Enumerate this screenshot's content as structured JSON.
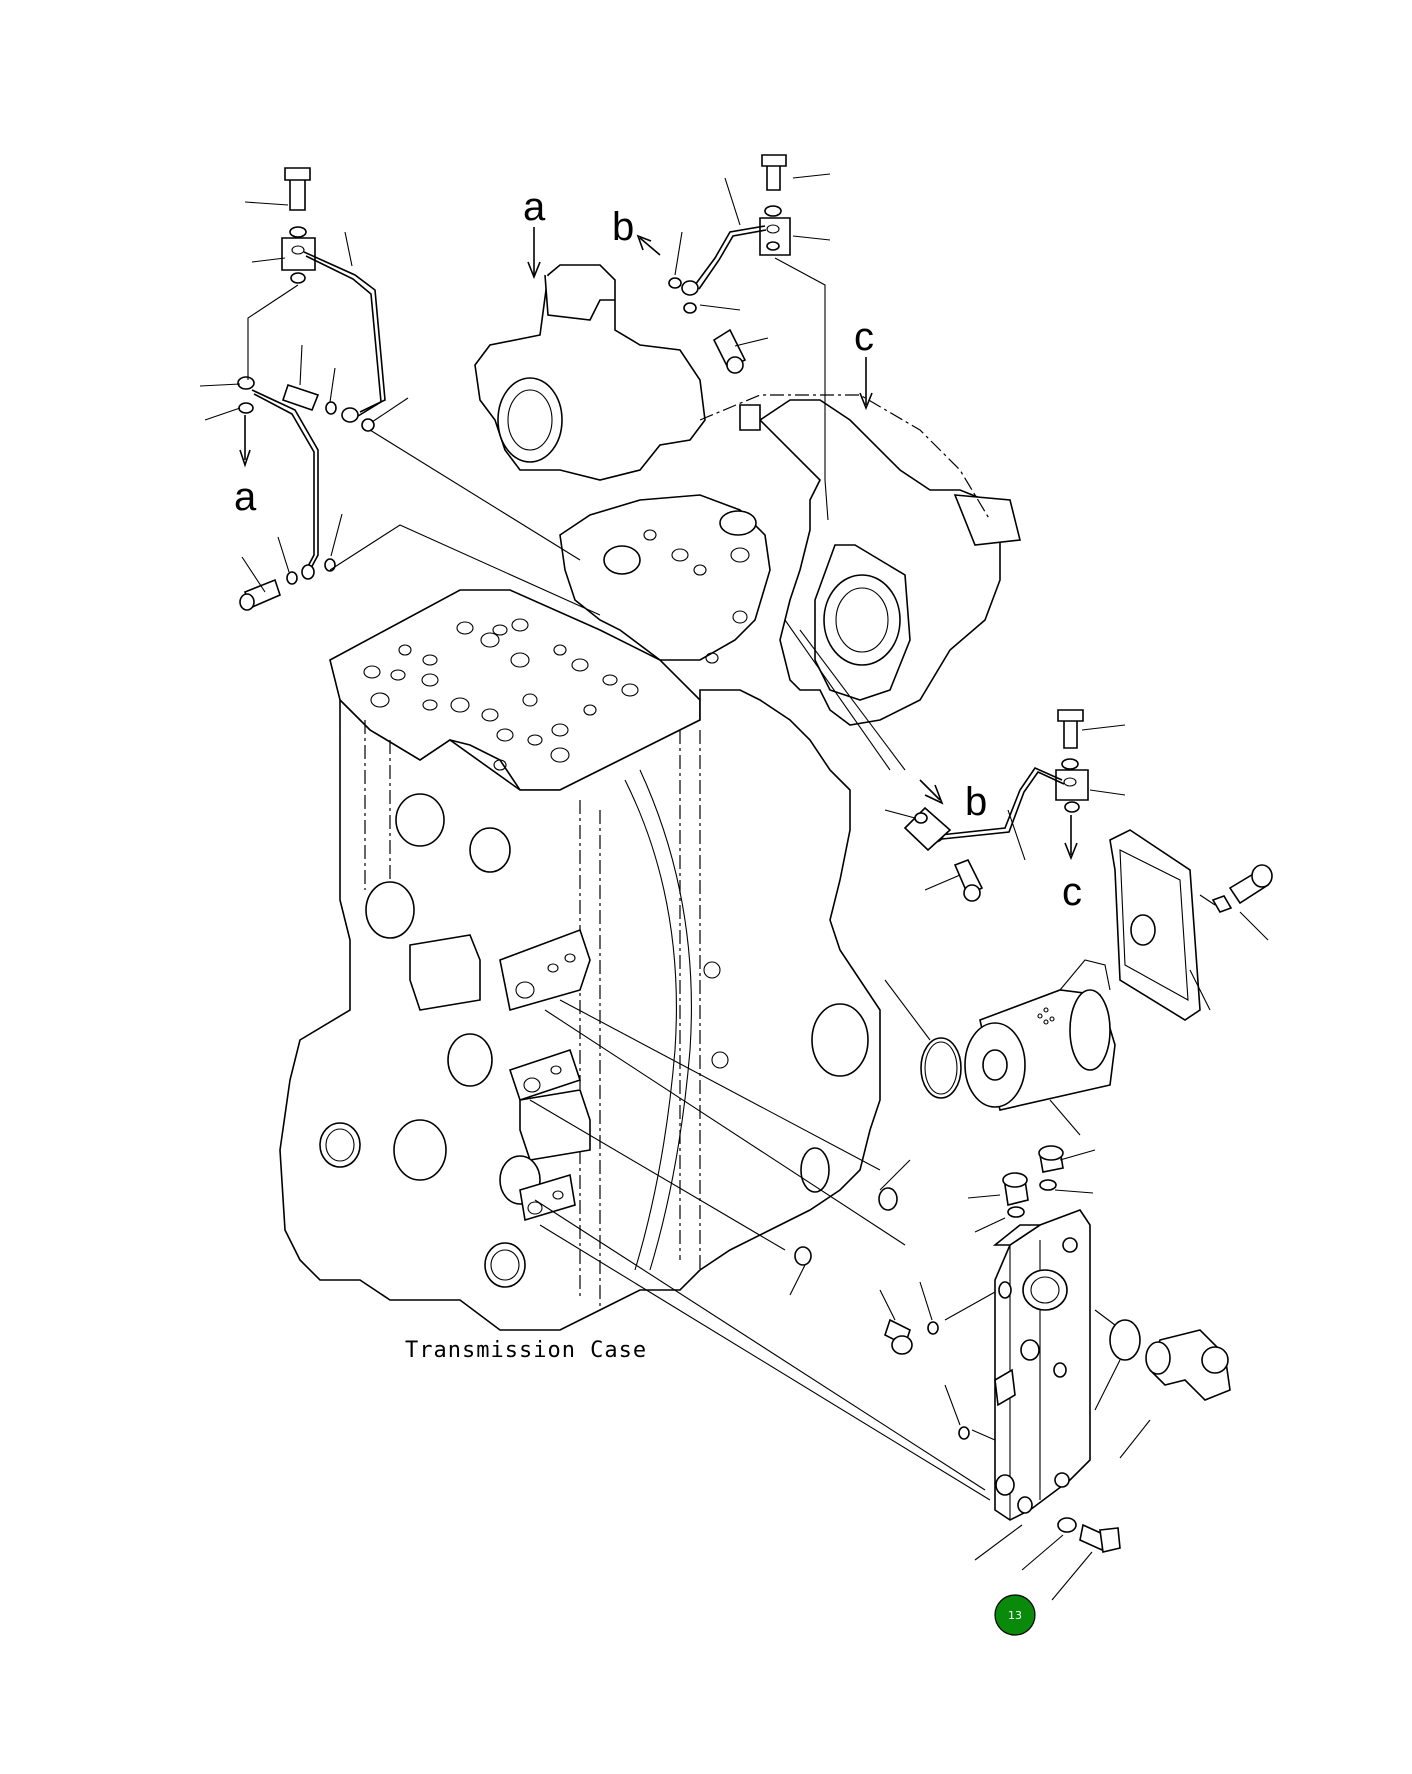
{
  "labels": {
    "case_caption": "Transmission Case",
    "ref_a_top": "a",
    "ref_a_left": "a",
    "ref_b_top": "b",
    "ref_b_right": "b",
    "ref_c_top": "c",
    "ref_c_right": "c"
  },
  "badge": {
    "number": "13",
    "color": "#0a8a0a"
  },
  "colors": {
    "line": "#000000",
    "background": "#ffffff"
  }
}
